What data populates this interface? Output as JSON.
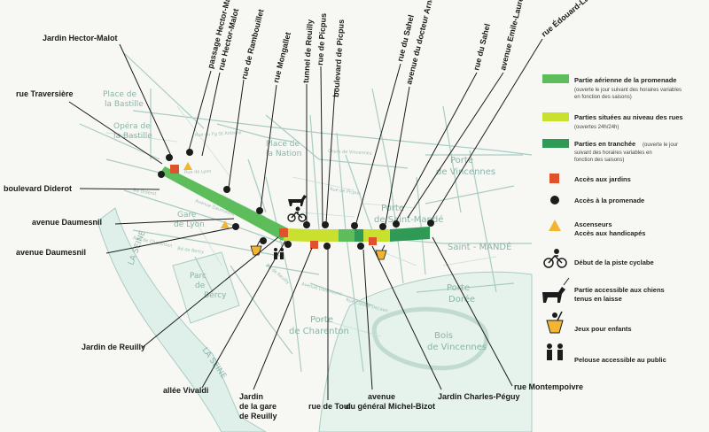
{
  "colors": {
    "aerial": "#5cbd5a",
    "street_level": "#c9e02e",
    "trench": "#2e9a55",
    "garden_access": "#e0522c",
    "elevator": "#f2b531",
    "map_lines": "#a9ccc2",
    "map_water": "#dff0ea"
  },
  "labels": {
    "hector_malot": "Jardin Hector-Malot",
    "traversiere": "rue Traversière",
    "diderot": "boulevard Diderot",
    "daumesnil_1": "avenue Daumesnil",
    "daumesnil_2": "avenue Daumesnil",
    "jardin_reuilly": "Jardin de Reuilly",
    "vivaldi": "allée Vivaldi",
    "gare_reuilly_1": "Jardin",
    "gare_reuilly_2": "de la gare",
    "gare_reuilly_3": "de Reuilly",
    "rue_toul": "rue de Toul",
    "michel_bizot_1": "avenue",
    "michel_bizot_2": "du général Michel-Bizot",
    "charles_peguy": "Jardin Charles-Péguy",
    "montempoivre": "rue Montempoivre",
    "hector_malot_passage": "passage Hector-Malot",
    "rue_hector_malot": "rue Hector-Malot",
    "rambouillet": "rue de Rambouillet",
    "mongallet": "rue Mongallet",
    "tunnel_reuilly": "tunnel de Reuilly",
    "rue_picpus": "rue de Picpus",
    "bd_picpus": "boulevard de Picpus",
    "rue_sahel_1": "rue du Sahel",
    "arnold_netter": "avenue du docteur Arnold-Netter",
    "rue_sahel_2": "rue du Sahel",
    "emile_laurent": "avenue Emile-Laurent",
    "edouard_lartet": "rue Édouard-Lartet"
  },
  "map_places": {
    "bastille_1": "Place de",
    "bastille_2": "la Bastille",
    "opera_1": "Opéra de",
    "opera_2": "la Bastille",
    "nation_1": "Place de",
    "nation_2": "la Nation",
    "gare_lyon_1": "Gare",
    "gare_lyon_2": "de Lyon",
    "porte_vincennes_1": "Porte",
    "porte_vincennes_2": "de Vincennes",
    "porte_saint_mande_1": "Porte",
    "porte_saint_mande_2": "de Saint-Mandé",
    "saint_mande": "Saint - MANDÉ",
    "porte_doree_1": "Porte",
    "porte_doree_2": "Dorée",
    "parc_bercy_1": "Parc",
    "parc_bercy_2": "de",
    "parc_bercy_3": "Bercy",
    "porte_charenton_1": "Porte",
    "porte_charenton_2": "de Charenton",
    "bois_vincennes_1": "Bois",
    "bois_vincennes_2": "de Vincennes",
    "seine_1": "LA SEINE",
    "seine_2": "LA SEINE"
  },
  "street_names": {
    "s1": "Bd Diderot",
    "s2": "Avenue Daumesnil",
    "s3": "Cours de Vincennes",
    "s4": "Bd de Bercy",
    "s5": "Rue de Charenton",
    "s6": "Avenue Daumesnil",
    "s7": "Rue de Picpus",
    "s8": "Rue Claude Decaen",
    "s9": "Rue du Fg St Antoine",
    "s10": "Rue de Lyon",
    "s11": "Bd de Reuilly"
  },
  "legend": {
    "aerial_title": "Partie aérienne de la promenade",
    "aerial_sub_1": "(ouverte le jour suivant des horaires variables",
    "aerial_sub_2": "en fonction des saisons)",
    "street_title": "Parties situées au niveau des rues",
    "street_sub": "(ouvertes 24h/24h)",
    "trench_title": "Parties en tranchée",
    "trench_sub_1": "(ouverte le jour",
    "trench_sub_2": "suivant des horaires variables en",
    "trench_sub_3": "fonction des saisons)",
    "garden_access": "Accès aux jardins",
    "walk_access": "Accès à la promenade",
    "elevators_1": "Ascenseurs",
    "elevators_2": "Accès aux handicapés",
    "bike": "Début de la piste cyclabe",
    "dogs_1": "Partie accessible aux chiens",
    "dogs_2": "tenus en laisse",
    "kids": "Jeux pour enfants",
    "lawn": "Pelouse accessible au public"
  }
}
